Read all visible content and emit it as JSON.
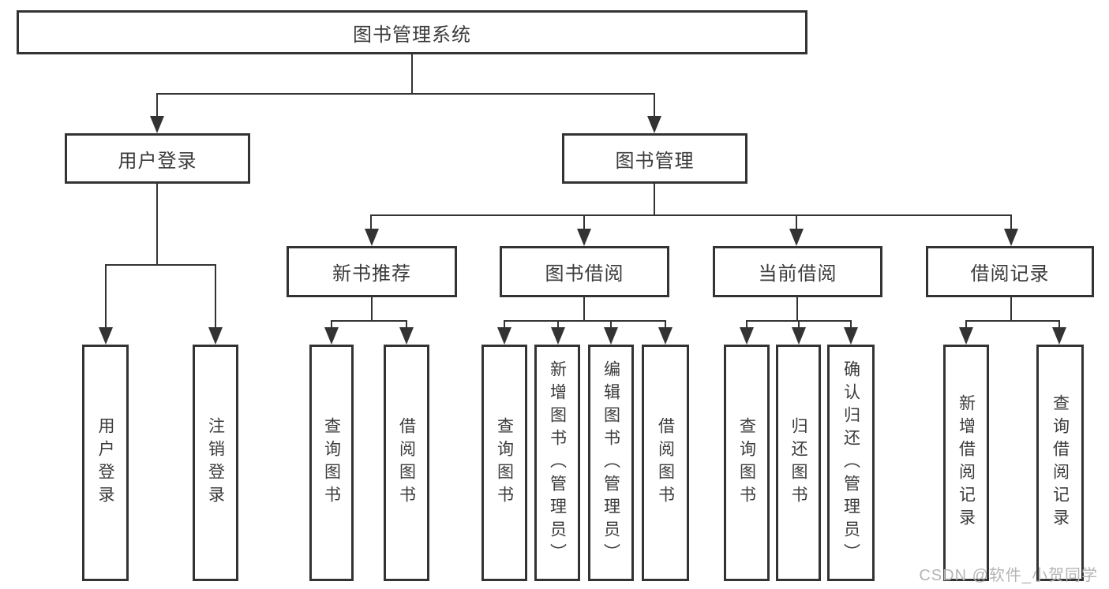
{
  "tree": {
    "label": "图书管理系统",
    "children": [
      {
        "label": "用户登录",
        "children": [
          {
            "label": "用户登录"
          },
          {
            "label": "注销登录"
          }
        ]
      },
      {
        "label": "图书管理",
        "children": [
          {
            "label": "新书推荐",
            "children": [
              {
                "label": "查询图书"
              },
              {
                "label": "借阅图书"
              }
            ]
          },
          {
            "label": "图书借阅",
            "children": [
              {
                "label": "查询图书"
              },
              {
                "label": "新增图书（管理员）"
              },
              {
                "label": "编辑图书（管理员）"
              },
              {
                "label": "借阅图书"
              }
            ]
          },
          {
            "label": "当前借阅",
            "children": [
              {
                "label": "查询图书"
              },
              {
                "label": "归还图书"
              },
              {
                "label": "确认归还（管理员）"
              }
            ]
          },
          {
            "label": "借阅记录",
            "children": [
              {
                "label": "新增借阅记录"
              },
              {
                "label": "查询借阅记录"
              }
            ]
          }
        ]
      }
    ]
  },
  "watermark": {
    "text": "CSDN @软件_小贺同学"
  },
  "colors": {
    "line": "#333333",
    "text": "#3b3b3b",
    "watermark": "#b5b5b5",
    "background": "#ffffff"
  }
}
